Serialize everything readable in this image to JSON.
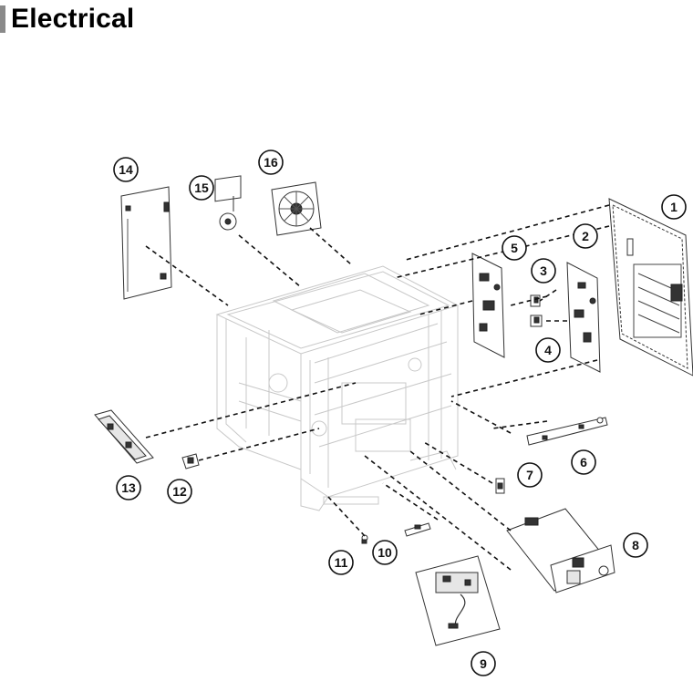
{
  "title": "Electrical",
  "callouts": [
    {
      "label": "1"
    },
    {
      "label": "2"
    },
    {
      "label": "3"
    },
    {
      "label": "4"
    },
    {
      "label": "5"
    },
    {
      "label": "6"
    },
    {
      "label": "7"
    },
    {
      "label": "8"
    },
    {
      "label": "9"
    },
    {
      "label": "10"
    },
    {
      "label": "11"
    },
    {
      "label": "12"
    },
    {
      "label": "13"
    },
    {
      "label": "14"
    },
    {
      "label": "15"
    },
    {
      "label": "16"
    }
  ]
}
